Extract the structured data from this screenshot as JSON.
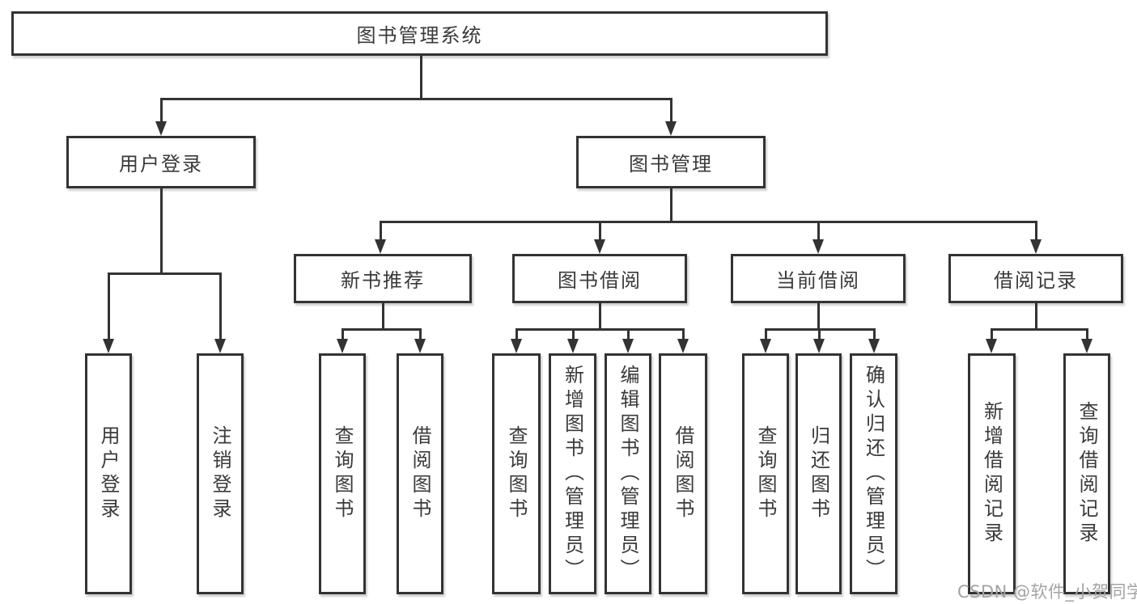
{
  "diagram": {
    "root": {
      "label": "图书管理系统"
    },
    "level2": [
      {
        "label": "用户登录"
      },
      {
        "label": "图书管理"
      }
    ],
    "level3": [
      {
        "label": "新书推荐"
      },
      {
        "label": "图书借阅"
      },
      {
        "label": "当前借阅"
      },
      {
        "label": "借阅记录"
      }
    ],
    "leaves": {
      "login": [
        "用户登录",
        "注销登录"
      ],
      "new_book": [
        "查询图书",
        "借阅图书"
      ],
      "borrow": [
        "查询图书",
        "新增图书（管理员）",
        "编辑图书（管理员）",
        "借阅图书"
      ],
      "current": [
        "查询图书",
        "归还图书",
        "确认归还（管理员）"
      ],
      "records": [
        "新增借阅记录",
        "查询借阅记录"
      ]
    }
  },
  "watermark": "CSDN @软件_小贺同学",
  "colors": {
    "line": "#333333",
    "text": "#3a3a3a",
    "watermark_text": "#a3a3a3",
    "background": "#ffffff"
  }
}
